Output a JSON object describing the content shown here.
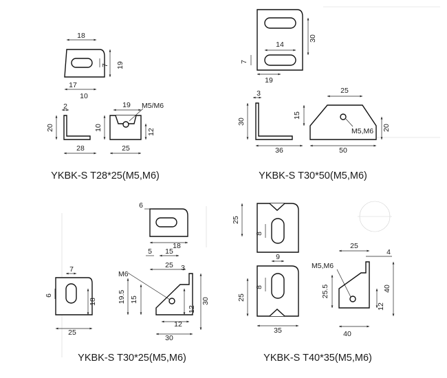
{
  "colors": {
    "line": "#111111",
    "ghost": "#d4d4d4",
    "background": "#ffffff"
  },
  "models": [
    {
      "caption": "YKBK-S T28*25(M5,M6)",
      "dims": {
        "slot_width": "18",
        "slot_height": "7",
        "height": "19",
        "offset": "17",
        "slot_pos": "10",
        "thickness": "2",
        "side_height": "20",
        "base_length": "28",
        "hole_spacing": "19",
        "thread": "M5/M6",
        "hole_height": "10",
        "side_h": "12",
        "width": "25"
      }
    },
    {
      "caption": "YKBK-S T30*50(M5,M6)",
      "dims": {
        "height": "30",
        "slot_length": "14",
        "slot_height": "7",
        "slot_offset": "19",
        "thickness": "3",
        "side_height": "30",
        "base_length": "36",
        "top_width": "25",
        "mid_height": "15",
        "thread": "M5,M6",
        "side_h": "20",
        "width": "50"
      }
    },
    {
      "caption": "YKBK-S T30*25(M5,M6)",
      "dims": {
        "slot_offset": "6",
        "width_top": "18",
        "slot_width": "7",
        "slot_height": "6",
        "height": "18",
        "base": "25",
        "thread": "M6",
        "d5": "5",
        "d15": "15",
        "d3": "3",
        "d25": "25",
        "d195": "19.5",
        "d15b": "15",
        "height_right": "30",
        "side_h": "12",
        "base_h": "12",
        "base_length": "30"
      }
    },
    {
      "caption": "YKBK-S T40*35(M5,M6)",
      "dims": {
        "top_height": "25",
        "slot_height": "8",
        "slot_width": "9",
        "slot_height_2": "8",
        "lower_height": "25",
        "base": "35",
        "d25": "25",
        "d4": "4",
        "thread": "M5,M6",
        "d255": "25.5",
        "height": "40",
        "side_h": "12",
        "base_length": "40"
      }
    }
  ]
}
